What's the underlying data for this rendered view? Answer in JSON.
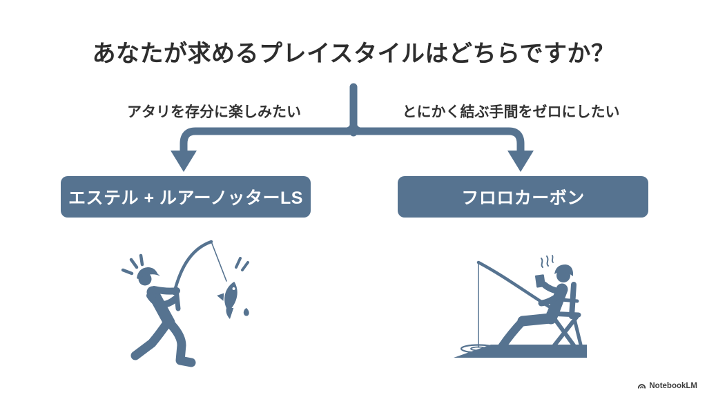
{
  "app": {
    "watermark": "NotebookLM"
  },
  "diagram": {
    "title": "あなたが求めるプレイスタイルはどちらですか？",
    "colors": {
      "accent": "#567390",
      "title_text": "#2d2d2d",
      "label_text": "#333333",
      "box_text": "#ffffff",
      "background": "#ffffff"
    },
    "branches": [
      {
        "id": "left",
        "condition": "アタリを存分に楽しみたい",
        "result": "エステル + ルアーノッターLS",
        "illustration": "excited-angler-catching-fish"
      },
      {
        "id": "right",
        "condition": "とにかく結ぶ手間をゼロにしたい",
        "result": "フロロカーボン",
        "illustration": "relaxed-angler-in-chair"
      }
    ]
  }
}
